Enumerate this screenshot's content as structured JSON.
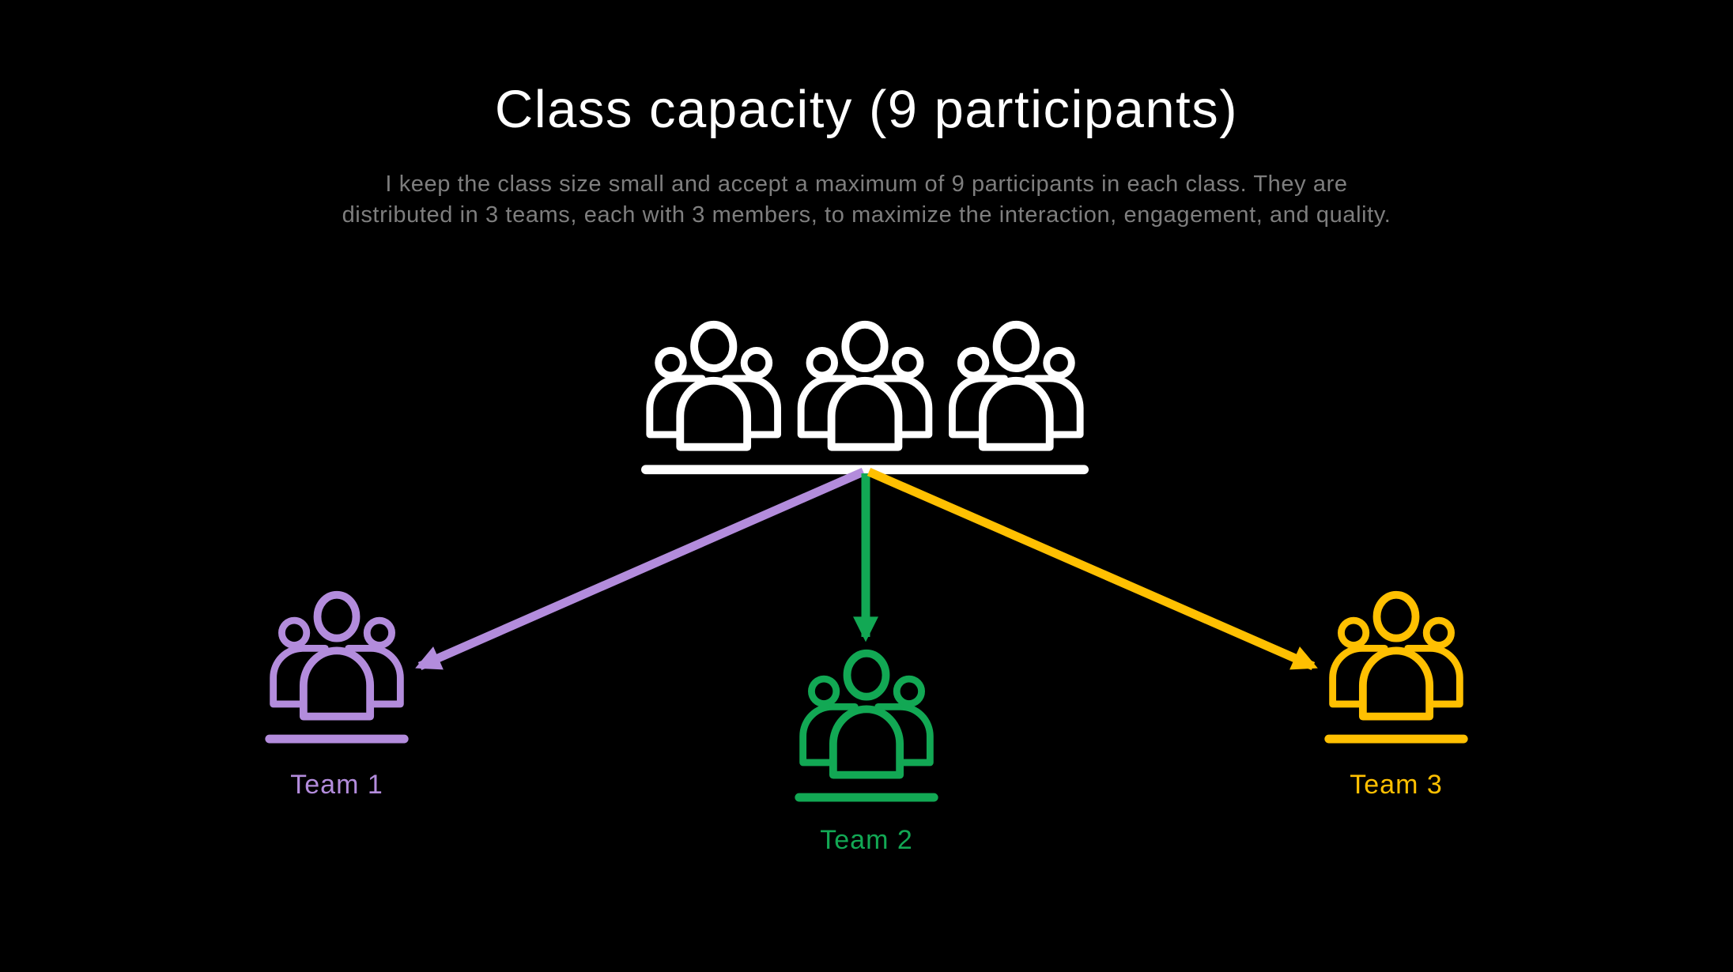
{
  "header": {
    "title": "Class capacity (9 participants)",
    "subtitle_line1": "I keep the class size small and accept a maximum of 9 participants in each class. They are",
    "subtitle_line2": "distributed in 3 teams, each with 3 members, to maximize the interaction, engagement, and quality."
  },
  "diagram": {
    "class_icon": "group-of-9-participants-icon",
    "participants_total": "9",
    "teams": [
      {
        "label": "Team 1",
        "color": "#B38CDC",
        "members": "3",
        "icon": "three-people-team-icon",
        "arrow_color": "#B38CDC"
      },
      {
        "label": "Team 2",
        "color": "#12A854",
        "members": "3",
        "icon": "three-people-team-icon",
        "arrow_color": "#12A854"
      },
      {
        "label": "Team 3",
        "color": "#FFC001",
        "members": "3",
        "icon": "three-people-team-icon",
        "arrow_color": "#FFC001"
      }
    ]
  },
  "colors": {
    "background": "#000000",
    "title_text": "#FFFFFF",
    "subtitle_text": "#7E7E7E",
    "class_icon": "#FFFFFF"
  }
}
